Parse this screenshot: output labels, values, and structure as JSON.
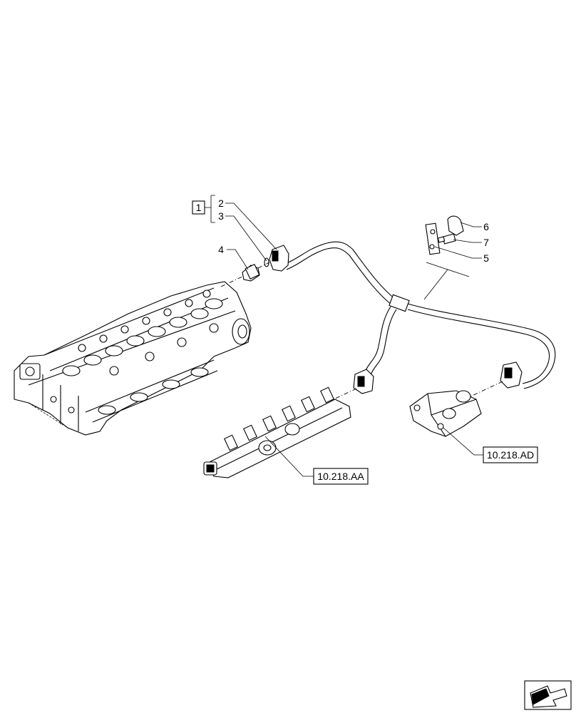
{
  "callouts": {
    "c1": "1",
    "c2": "2",
    "c3": "3",
    "c4": "4",
    "c5": "5",
    "c6": "6",
    "c7": "7"
  },
  "references": {
    "rail": "10.218.AA",
    "pump": "10.218.AD"
  },
  "icons": {
    "nav": "arrow-back-icon"
  }
}
